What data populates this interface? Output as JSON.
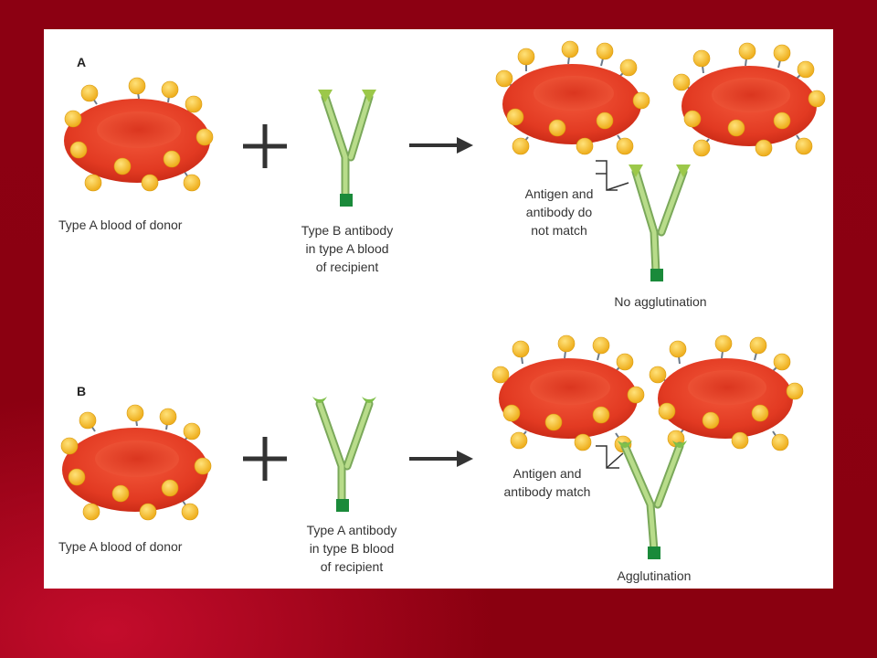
{
  "panels": {
    "a": {
      "letter": "A",
      "donor_label": "Type A blood of donor",
      "antibody_label": [
        "Type B antibody",
        "in type A blood",
        "of recipient"
      ],
      "note_label": [
        "Antigen and",
        "antibody do",
        "not match"
      ],
      "result_label": "No agglutination"
    },
    "b": {
      "letter": "B",
      "donor_label": "Type A blood of donor",
      "antibody_label": [
        "Type A antibody",
        "in type B blood",
        "of recipient"
      ],
      "note_label": [
        "Antigen and",
        "antibody match"
      ],
      "result_label": "Agglutination"
    }
  },
  "colors": {
    "background": "#8a0010",
    "panel": "#ffffff",
    "cell": "#e8402a",
    "antigen": "#f6c531",
    "antibody": "#a8d27a",
    "antibody_base": "#1a8a3a"
  }
}
